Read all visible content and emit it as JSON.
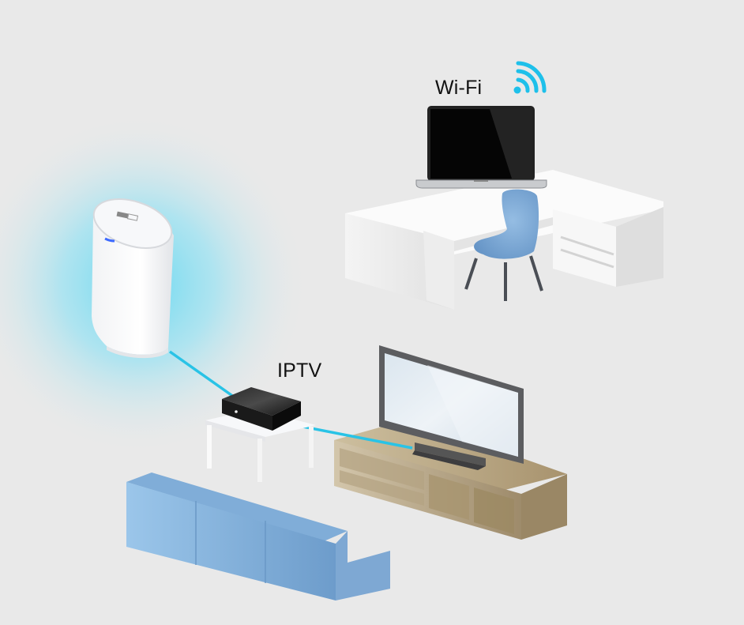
{
  "labels": {
    "wifi": "Wi-Fi",
    "iptv": "IPTV"
  },
  "icons": {
    "wifi_signal": "wifi-icon"
  },
  "colors": {
    "background": "#e9e9e9",
    "glow": "#9fe3f3",
    "cable": "#29c3e6",
    "wifi_icon": "#1ec0ea",
    "sofa": "#8db6dd",
    "tv_cabinet": "#bfae8c",
    "chair": "#7ba7d3"
  },
  "devices": [
    {
      "name": "router"
    },
    {
      "name": "iptv-set-top-box"
    },
    {
      "name": "television"
    },
    {
      "name": "laptop"
    }
  ]
}
